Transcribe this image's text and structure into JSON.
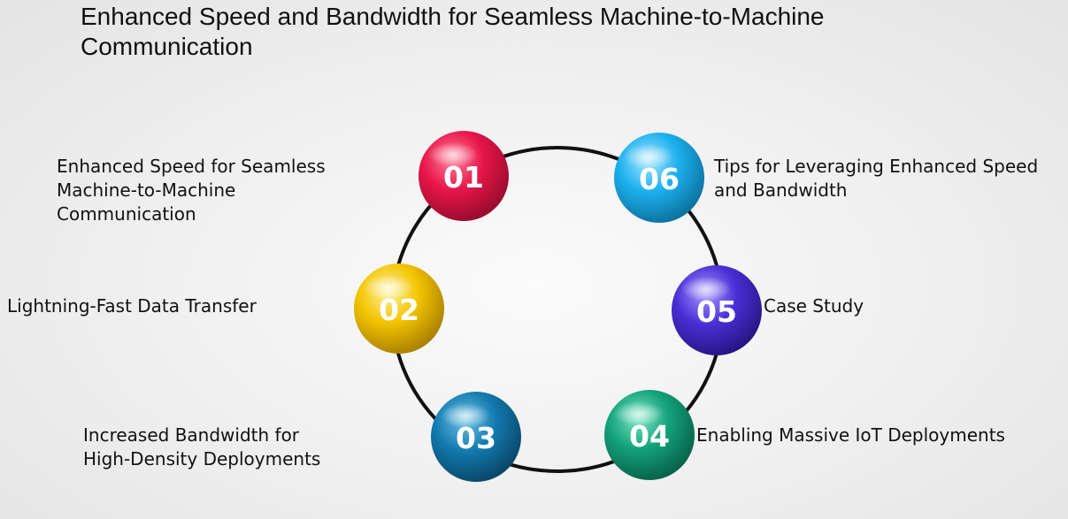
{
  "title": "Enhanced Speed and Bandwidth for Seamless Machine-to-Machine Communication",
  "items": [
    {
      "number": "01",
      "label": "Enhanced Speed for Seamless Machine-to-Machine Communication",
      "color": "#e8164a"
    },
    {
      "number": "02",
      "label": "Lightning-Fast Data Transfer",
      "color": "#f2c400"
    },
    {
      "number": "03",
      "label": "Increased Bandwidth for High-Density Deployments",
      "color": "#137bb0"
    },
    {
      "number": "04",
      "label": "Enabling Massive IoT Deployments",
      "color": "#13a27a"
    },
    {
      "number": "05",
      "label": "Case Study",
      "color": "#4a2fd6"
    },
    {
      "number": "06",
      "label": "Tips for Leveraging Enhanced Speed and Bandwidth",
      "color": "#1cb0ee"
    }
  ]
}
